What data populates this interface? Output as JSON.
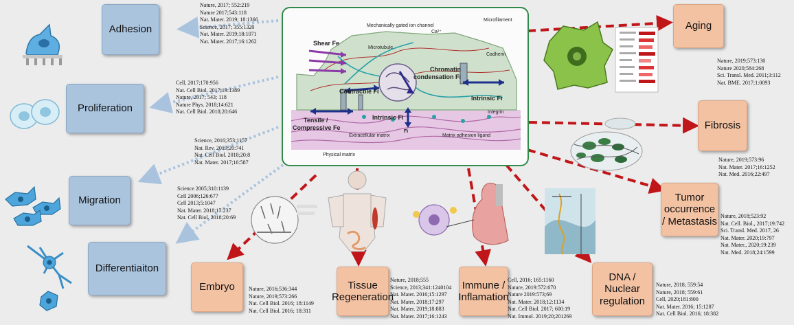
{
  "colors": {
    "blue_box": "#aac4de",
    "peach_box": "#f3c2a3",
    "blue_arrow": "#a9c3df",
    "red_arrow": "#c0161a",
    "panel_border": "#2f8b4a"
  },
  "left_outcomes": [
    {
      "label": "Adhesion",
      "refs": [
        "Nature, 2017; 552:219",
        "Nature 2017;543:118",
        "Nat. Mater. 2019; 18:1366",
        "Science, 2017; 355:1320",
        "Nat. Mater. 2019;18:1071",
        "Nat. Mater. 2017;16:1262"
      ]
    },
    {
      "label": "Proliferation",
      "refs": [
        "Cell, 2017;170:956",
        "Nat. Cell Biol. 2017;19:1389",
        "Nature, 2017; 543; 118",
        "Nature Phys. 2018;14:621",
        "Nat. Cell Biol. 2018;20:646"
      ]
    },
    {
      "label": "Migration",
      "refs": [
        "Science, 2016;353:1157",
        "Nat. Rev. 2019;20:741",
        "Nat. Cell Biol. 2018;20:8",
        "Nat. Mater. 2017;16:587"
      ]
    },
    {
      "label": "Differentiaiton",
      "refs": [
        "Science 2005;310:1139",
        "Cell 2006;126:677",
        "Cell 2013;5:1047",
        "Nat. Mater. 2018;17:237",
        "Nat. Cell Biol. 2018;20:69"
      ]
    }
  ],
  "right_outcomes": [
    {
      "label": "Aging",
      "refs": [
        "Nature, 2019;573:130",
        "Nature 2020;584:268",
        "Sci. Transl. Med. 2011;3:112",
        "Nat. BME. 2017;1:0093"
      ]
    },
    {
      "label": "Fibrosis",
      "refs": [
        "Nature, 2019;573:96",
        "Nat. Mater. 2017;16:1252",
        "Nat. Med. 2016;22:497"
      ]
    },
    {
      "label": "Tumor occurrence / Metastasis",
      "line1": "Tumor",
      "line2": "occurrence",
      "line3": "/ Metastasis",
      "refs": [
        "Nature, 2018;523:92",
        "Nat. Cell. Biol., 2017;19:742",
        "Sci. Transl. Med. 2017, 26",
        "Nat. Mater. 2020;19:797",
        "Nat. Mater., 2020;19:239",
        "Nat. Med. 2018;24:1599"
      ]
    }
  ],
  "bottom_outcomes": [
    {
      "label": "Embryo",
      "refs": [
        "Nature, 2016;536:344",
        "Nature, 2019;573:266",
        "Nat. Cell Biol. 2016; 18:1149",
        "Nat. Cell Biol. 2016; 18:311"
      ]
    },
    {
      "label": "Tissue Regeneration",
      "line1": "Tissue",
      "line2": "Regeneration",
      "refs": [
        "Nature, 2018;555",
        "Science, 2013;341:1240104",
        "Nat. Mater. 2016;15:1297",
        "Nat. Mater. 2018;17:297",
        "Nat. Mater. 2019;18:883",
        "Nat. Mater. 2017;16:1243"
      ]
    },
    {
      "label": "Immune / Inflamation",
      "line1": "Immune /",
      "line2": "Inflamation",
      "refs": [
        "Cell, 2016; 165:1160",
        "Nature, 2019:572:670",
        "Nature 2019:573;69",
        "Nat. Mater. 2018;12:1134",
        "Nat. Cell Biol. 2017; 600:19",
        "Nat. Immol. 2019;20;201269"
      ]
    },
    {
      "label": "DNA / Nuclear regulation",
      "line1": "DNA /",
      "line2": "Nuclear",
      "line3": "regulation",
      "refs": [
        "Nature, 2018; 559:54",
        "Nature, 2018; 559:61",
        "Cell, 2020;181:800",
        "Nat. Mater. 2016; 15:1287",
        "Nat. Cell Biol. 2016; 18:382"
      ]
    }
  ],
  "center_panel": {
    "mech_channel": "Mechanically gated ion channel",
    "calcium": "Ca²⁺",
    "microfilament": "Microfilament",
    "microtubule": "Microtubule",
    "cadherin": "Cadherin",
    "shear": "Shear Fe",
    "chromatin1": "Chromatin",
    "chromatin2": "condensation Fi",
    "contractile": "Contractile Fi",
    "intrinsic_center": "Intrinsic Fi",
    "intrinsic_right": "Intrinsic Fi",
    "integrin": "Integrin",
    "tensile1": "Tensile /",
    "tensile2": "Compressive Fe",
    "extracellular": "Extracellular matrix",
    "adhesion_ligand": "Matrix adhesion ligand",
    "fi_small": "Fi",
    "physical_matrix": "Physical matrix"
  },
  "icons": [
    "adherent-cell-icon",
    "dividing-cell-icon",
    "migrating-cells-icon",
    "neuron-cell-icon",
    "aging-cell-image",
    "fibrosis-tissue-image",
    "embryo-image",
    "body-anatomy-image",
    "immune-lung-image",
    "dna-nucleus-image"
  ]
}
